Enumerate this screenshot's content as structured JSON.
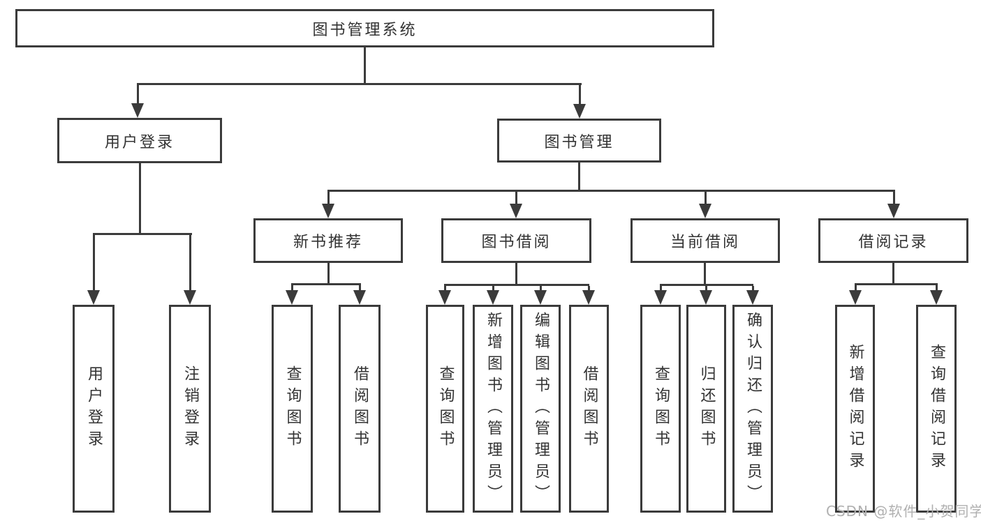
{
  "diagram": {
    "title": "图书管理系统",
    "level2": {
      "user_login": "用户登录",
      "book_mgmt": "图书管理"
    },
    "level3": {
      "new_book": "新书推荐",
      "book_borrow": "图书借阅",
      "current_borrow": "当前借阅",
      "borrow_record": "借阅记录"
    },
    "leaves": {
      "user_login": [
        "用户登录",
        "注销登录"
      ],
      "new_book": [
        "查询图书",
        "借阅图书"
      ],
      "book_borrow": [
        "查询图书",
        "新增图书（管理员）",
        "编辑图书（管理员）",
        "借阅图书"
      ],
      "current_borrow": [
        "查询图书",
        "归还图书",
        "确认归还（管理员）"
      ],
      "borrow_record": [
        "新增借阅记录",
        "查询借阅记录"
      ]
    }
  },
  "watermark": "CSDN @软件_小贺同学",
  "colors": {
    "line": "#3b3b3b",
    "text": "#333333",
    "watermark": "#b0b0b0",
    "background": "#ffffff"
  }
}
